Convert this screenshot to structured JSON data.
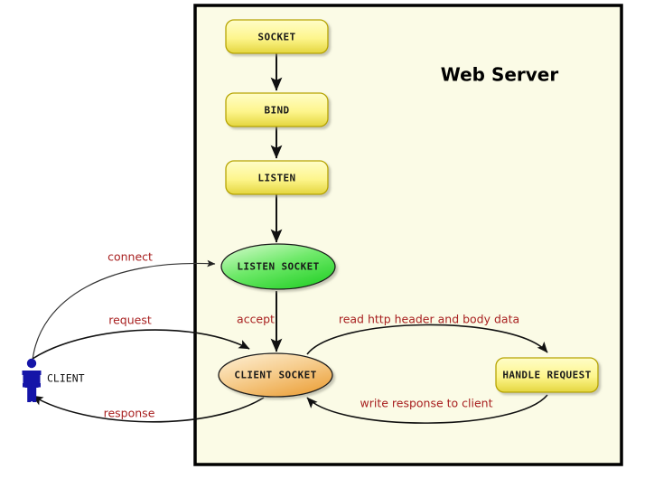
{
  "diagram": {
    "title": "Web Server",
    "container": {
      "label": "web-server-boundary",
      "background_color": "#fbfbe6",
      "border_color": "#000000"
    },
    "colors": {
      "process_box_fill_top": "#fffbb0",
      "process_box_fill_bottom": "#e8dc4a",
      "process_box_border": "#b8a800",
      "listen_socket_fill_top": "#b8f5b0",
      "listen_socket_fill_bottom": "#27d62c",
      "client_socket_fill_top": "#fbe3bb",
      "client_socket_fill_bottom": "#eda343",
      "edge_label_color": "#a82020",
      "client_figure_color": "#1515a8",
      "edge_color": "#111111"
    },
    "nodes": [
      {
        "id": "socket",
        "label": "SOCKET",
        "shape": "rounded-rect"
      },
      {
        "id": "bind",
        "label": "BIND",
        "shape": "rounded-rect"
      },
      {
        "id": "listen",
        "label": "LISTEN",
        "shape": "rounded-rect"
      },
      {
        "id": "listen_socket",
        "label": "LISTEN SOCKET",
        "shape": "ellipse"
      },
      {
        "id": "client_socket",
        "label": "CLIENT SOCKET",
        "shape": "ellipse"
      },
      {
        "id": "handle_request",
        "label": "HANDLE REQUEST",
        "shape": "rounded-rect"
      }
    ],
    "client": {
      "label": "CLIENT",
      "icon": "person-icon"
    },
    "edges": [
      {
        "id": "e_socket_bind",
        "from": "socket",
        "to": "bind",
        "label": ""
      },
      {
        "id": "e_bind_listen",
        "from": "bind",
        "to": "listen",
        "label": ""
      },
      {
        "id": "e_listen_lsock",
        "from": "listen",
        "to": "listen_socket",
        "label": ""
      },
      {
        "id": "e_accept",
        "from": "listen_socket",
        "to": "client_socket",
        "label": "accept"
      },
      {
        "id": "e_connect",
        "from": "client",
        "to": "listen_socket",
        "label": "connect"
      },
      {
        "id": "e_request",
        "from": "client",
        "to": "client_socket",
        "label": "request"
      },
      {
        "id": "e_response",
        "from": "client_socket",
        "to": "client",
        "label": "response"
      },
      {
        "id": "e_read",
        "from": "client_socket",
        "to": "handle_request",
        "label": "read http header and body data"
      },
      {
        "id": "e_write",
        "from": "handle_request",
        "to": "client_socket",
        "label": "write response to client"
      }
    ]
  }
}
